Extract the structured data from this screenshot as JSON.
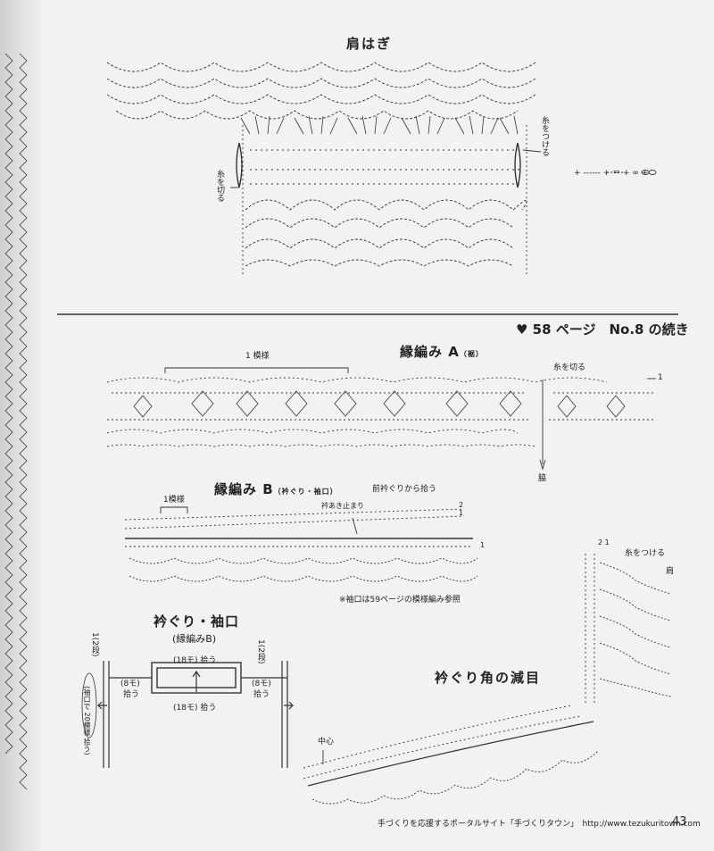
{
  "titles": {
    "shoulder_join": "肩はぎ",
    "continuation": "♥ 58 ページ　No.8 の続き",
    "edge_a": "縁編み A",
    "edge_a_note": "（裾）",
    "edge_b": "縁編み B",
    "edge_b_note": "（衿ぐり・袖口）",
    "neck_sleeve": "衿ぐり・袖口",
    "neck_sleeve_sub": "(縁編みB)",
    "neck_corner": "衿ぐり角の減目"
  },
  "shoulder": {
    "attach_yarn": "糸をつける",
    "cut_yarn": "糸を切る",
    "legend": "+ ‑‑‑‑‑‑ + ＝ + ∞ +"
  },
  "edge_a": {
    "repeat": "1 模様",
    "cut_yarn": "糸を切る",
    "side": "脇",
    "row1": "1"
  },
  "edge_b": {
    "repeat": "1模様",
    "pick_front": "前衿ぐりから拾う",
    "opening_end": "衿あき止まり",
    "row2": "2",
    "row1": "1",
    "row1b": "1",
    "note": "※袖口は59ページの模様編み参照"
  },
  "neck_diagram": {
    "pick_top": "(18モ) 拾う",
    "pick_bottom": "(18モ) 拾う",
    "pick_left_a": "(8モ)",
    "pick_left_b": "拾う",
    "pick_right_a": "(8モ)",
    "pick_right_b": "拾う",
    "rows_left": "1(2段)",
    "rows_right": "1(2段)",
    "sleeve_note": "(袖口で 20模様 拾う)"
  },
  "corner": {
    "attach_yarn": "糸をつける",
    "shoulder": "肩",
    "center": "中心",
    "rows": "2 1"
  },
  "footer": {
    "text": "手づくりを応援するポータルサイト「手づくりタウン」　http://www.tezukuritown.com",
    "page": "43"
  },
  "colors": {
    "ink": "#222222",
    "paper": "#f2f2f2"
  }
}
